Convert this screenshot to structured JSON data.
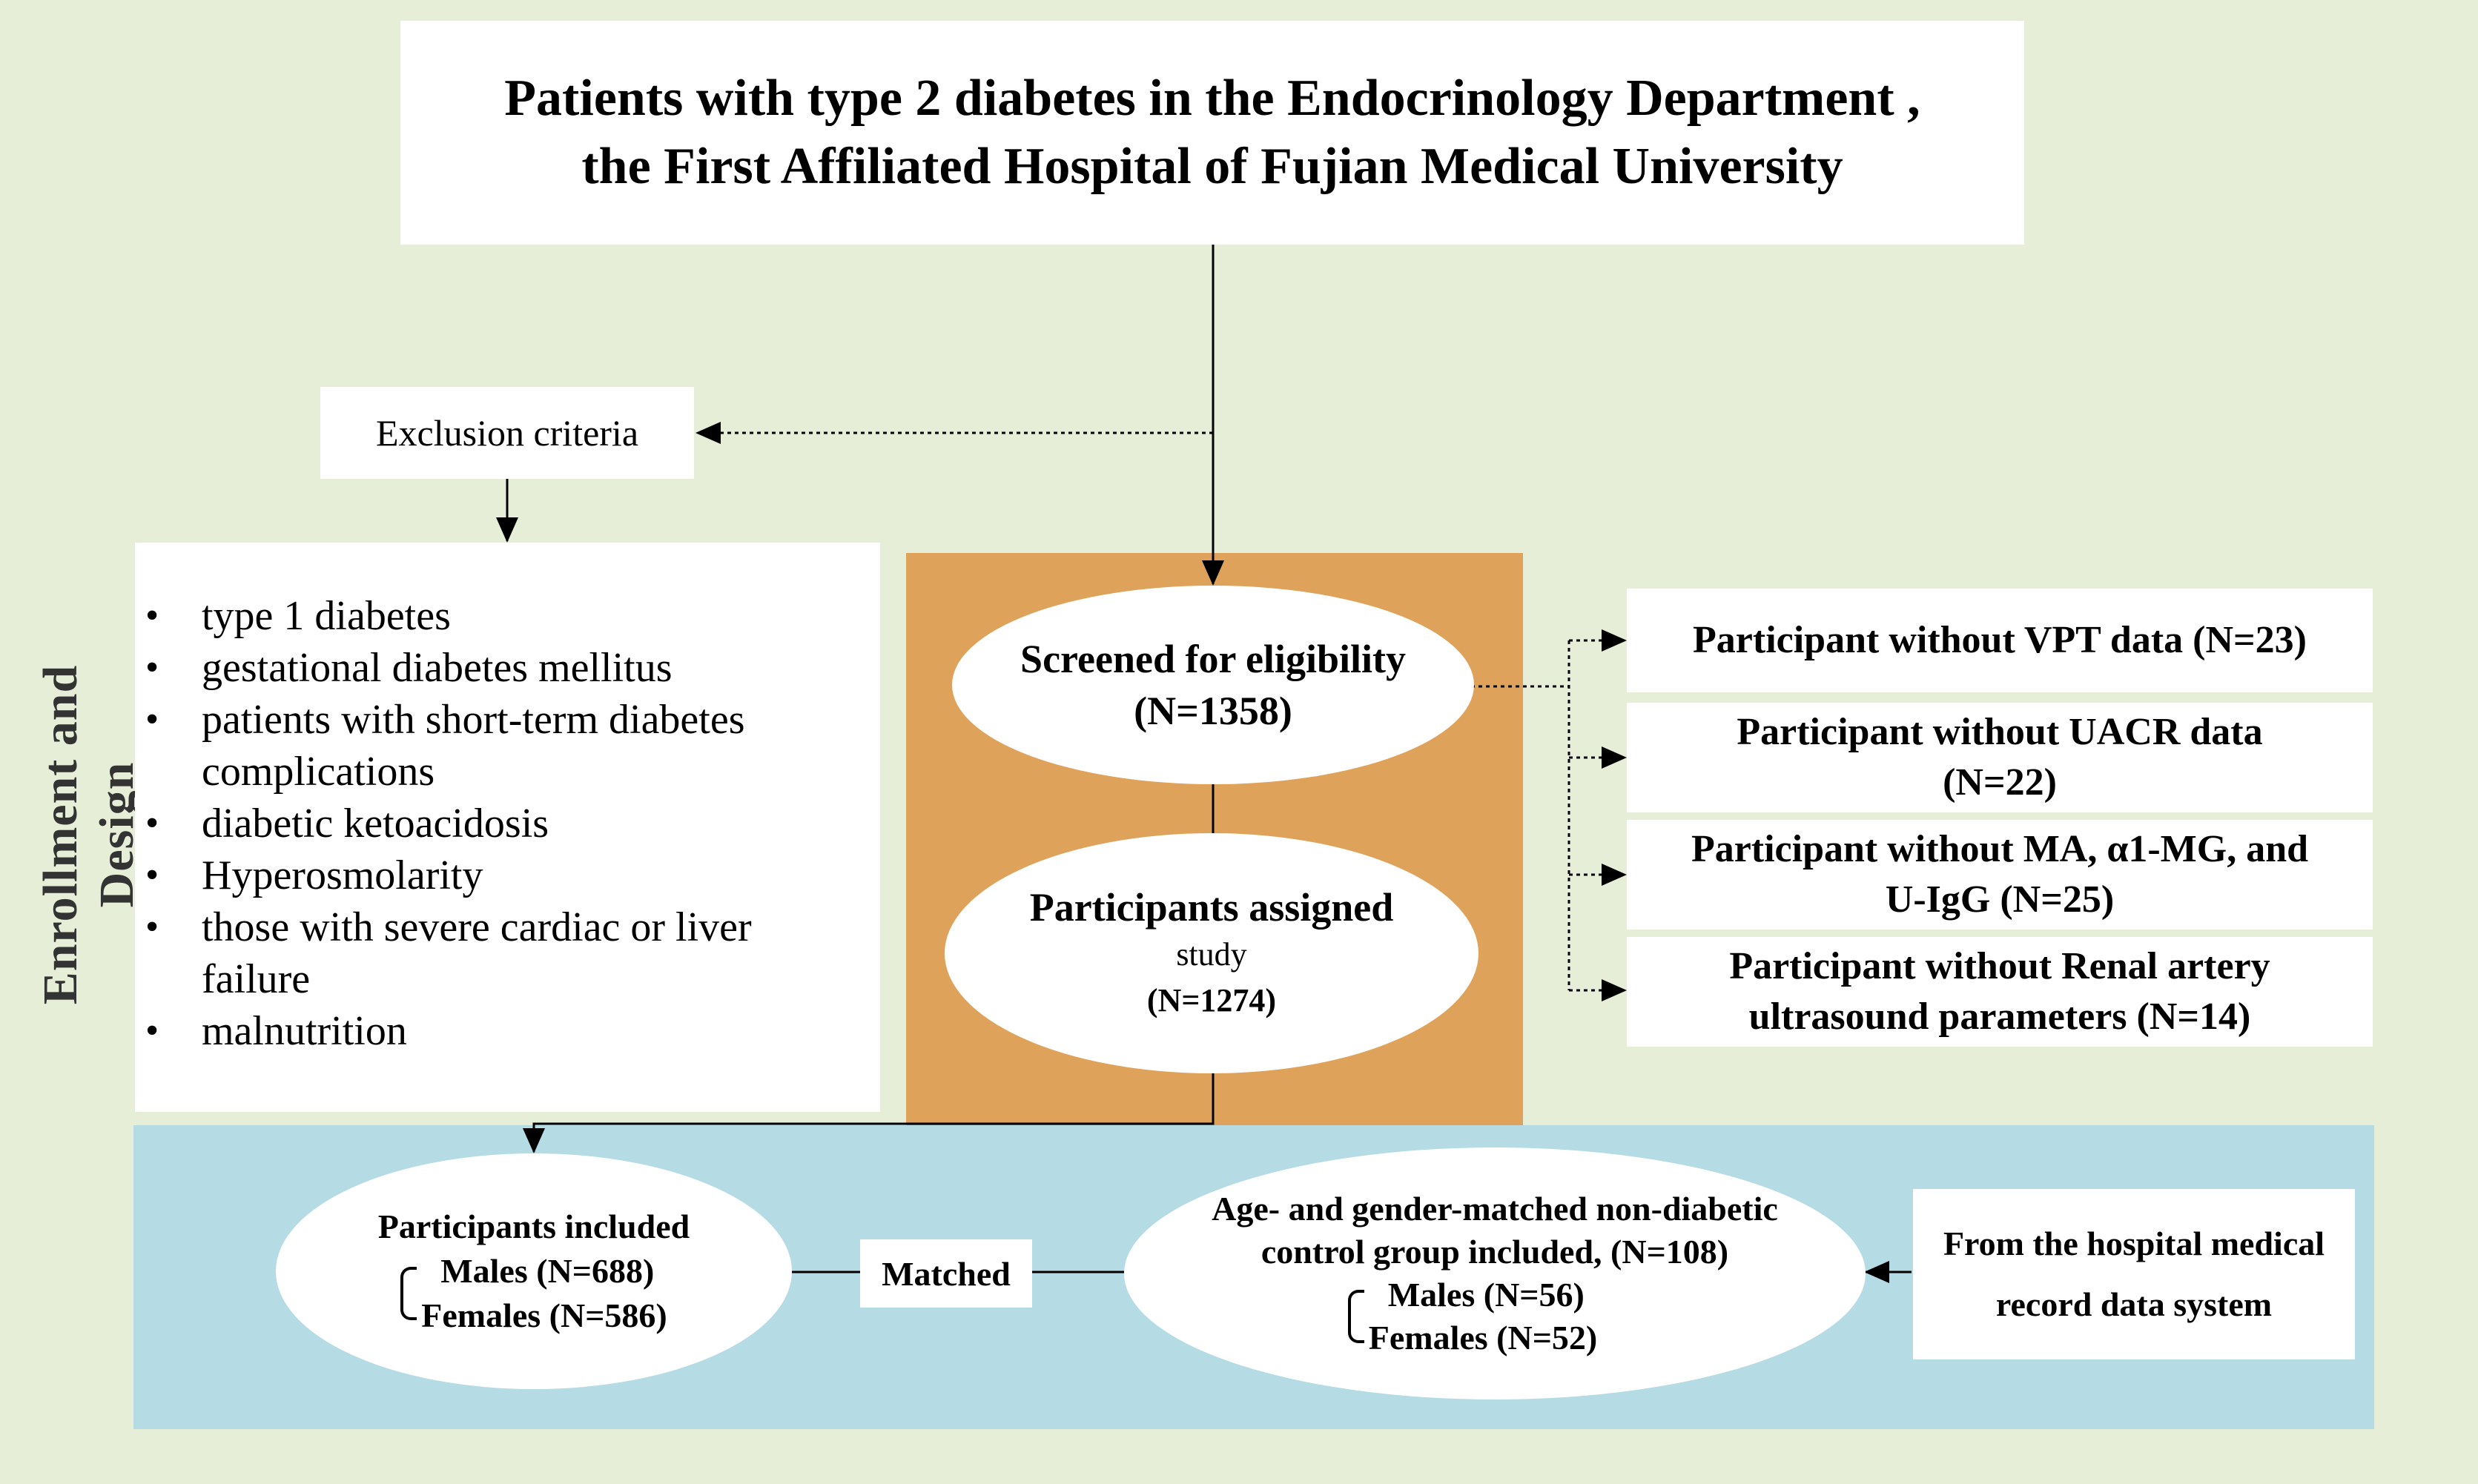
{
  "side_title": "Enrollment and Design",
  "top_box": {
    "line1": "Patients with type 2 diabetes in the Endocrinology Department ,",
    "line2": "the First Affiliated Hospital of Fujian Medical University"
  },
  "exclusion": {
    "label": "Exclusion criteria",
    "items": [
      "type 1 diabetes",
      "gestational diabetes mellitus",
      "patients with short-term diabetes complications",
      "diabetic ketoacidosis",
      "Hyperosmolarity",
      "those with severe cardiac or liver failure",
      "malnutrition"
    ]
  },
  "screened": {
    "title": "Screened for eligibility",
    "count": "(N=1358)"
  },
  "assigned": {
    "title": "Participants assigned",
    "sub": "study",
    "count": "(N=1274)"
  },
  "missing_data": [
    {
      "line1": "Participant without VPT data (N=23)",
      "line2": ""
    },
    {
      "line1": "Participant without UACR data",
      "line2": "(N=22)"
    },
    {
      "line1": "Participant without  MA, α1-MG, and",
      "line2": "U-IgG (N=25)"
    },
    {
      "line1": "Participant without Renal artery",
      "line2": "ultrasound parameters  (N=14)"
    }
  ],
  "included": {
    "title": "Participants included",
    "males": "Males (N=688)",
    "females": "Females (N=586)"
  },
  "matched_label": "Matched",
  "control": {
    "line1": "Age- and gender-matched non-diabetic",
    "line2": "control group included, (N=108)",
    "males": "Males (N=56)",
    "females": "Females (N=52)"
  },
  "source_box": {
    "line1": "From the hospital medical",
    "line2": "record data system"
  },
  "colors": {
    "background": "#e6eed8",
    "orange_panel": "#dfa25a",
    "blue_panel": "#b5dbe5",
    "box": "#ffffff"
  }
}
